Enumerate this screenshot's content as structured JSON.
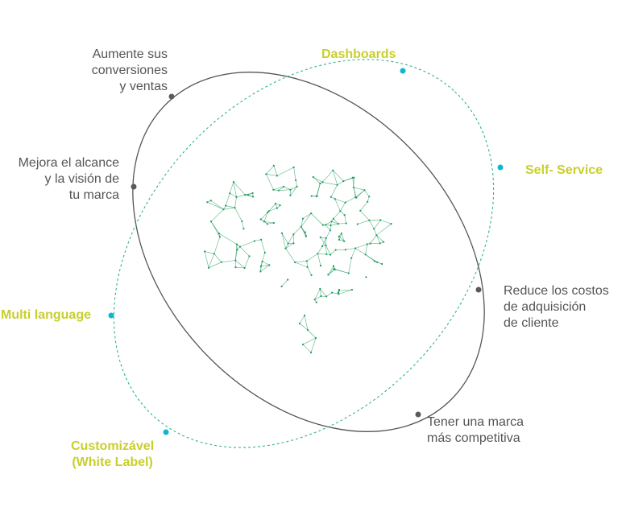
{
  "colors": {
    "solid_orbit": "#555555",
    "dashed_orbit": "#2fb58a",
    "dot_solid": "#5a5a5a",
    "dot_accent": "#10b5d1",
    "brain": "#1f9a5a",
    "label_gray": "#555555",
    "label_highlight": "#c8cf2d"
  },
  "benefits": {
    "conversions": [
      "Aumente sus",
      "conversiones",
      "y ventas"
    ],
    "reach": [
      "Mejora el alcance",
      "y la visión de",
      "tu marca"
    ],
    "costs": [
      "Reduce los costos",
      "de adquisición",
      "de cliente"
    ],
    "competitive": [
      "Tener una marca",
      "más competitiva"
    ]
  },
  "features": {
    "dashboards": "Dashboards",
    "self_service": "Self- Service",
    "multi_language": "Multi language",
    "customizavel": [
      "Customizável",
      "(White Label)"
    ]
  },
  "icons": {
    "center": "network-brain-icon"
  }
}
